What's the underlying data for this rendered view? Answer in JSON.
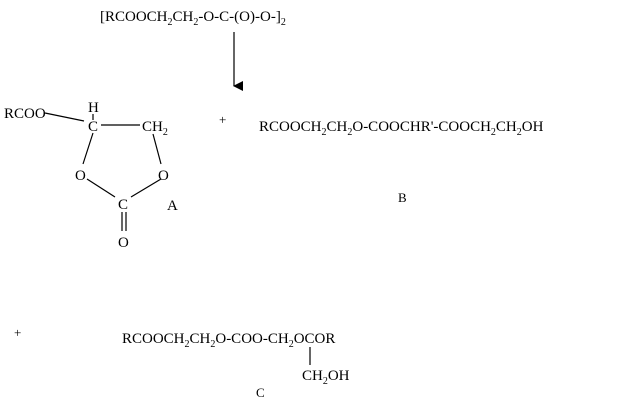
{
  "reactant": {
    "segments": [
      {
        "text": "[RCOOCH",
        "sub": false
      },
      {
        "text": "2",
        "sub": true
      },
      {
        "text": "CH",
        "sub": false
      },
      {
        "text": "2",
        "sub": true
      },
      {
        "text": "-O-C-(O)-O-]",
        "sub": false
      },
      {
        "text": "2",
        "sub": true
      }
    ]
  },
  "ring": {
    "substituent": "RCOO",
    "ch_h": "H",
    "ch_c": "C",
    "ch2": "CH",
    "ch2_sub": "2",
    "o_left": "O",
    "o_right": "O",
    "carbonyl_c": "C",
    "carbonyl_o": "O",
    "label": "A"
  },
  "plus_1": "+",
  "product_b": {
    "segments": [
      {
        "text": "RCOOCH",
        "sub": false
      },
      {
        "text": "2",
        "sub": true
      },
      {
        "text": "CH",
        "sub": false
      },
      {
        "text": "2",
        "sub": true
      },
      {
        "text": "O-COOCHR'-COOCH",
        "sub": false
      },
      {
        "text": "2",
        "sub": true
      },
      {
        "text": "CH",
        "sub": false
      },
      {
        "text": "2",
        "sub": true
      },
      {
        "text": "OH",
        "sub": false
      }
    ],
    "label": "B"
  },
  "plus_2": "+",
  "product_c": {
    "segments": [
      {
        "text": "RCOOCH",
        "sub": false
      },
      {
        "text": "2",
        "sub": true
      },
      {
        "text": "CH",
        "sub": false
      },
      {
        "text": "2",
        "sub": true
      },
      {
        "text": "O-COO-CH",
        "sub": false
      },
      {
        "text": "2",
        "sub": true
      },
      {
        "text": "OCOR",
        "sub": false
      }
    ],
    "branch": [
      {
        "text": "CH",
        "sub": false
      },
      {
        "text": "2",
        "sub": true
      },
      {
        "text": "OH",
        "sub": false
      }
    ],
    "label": "C"
  }
}
